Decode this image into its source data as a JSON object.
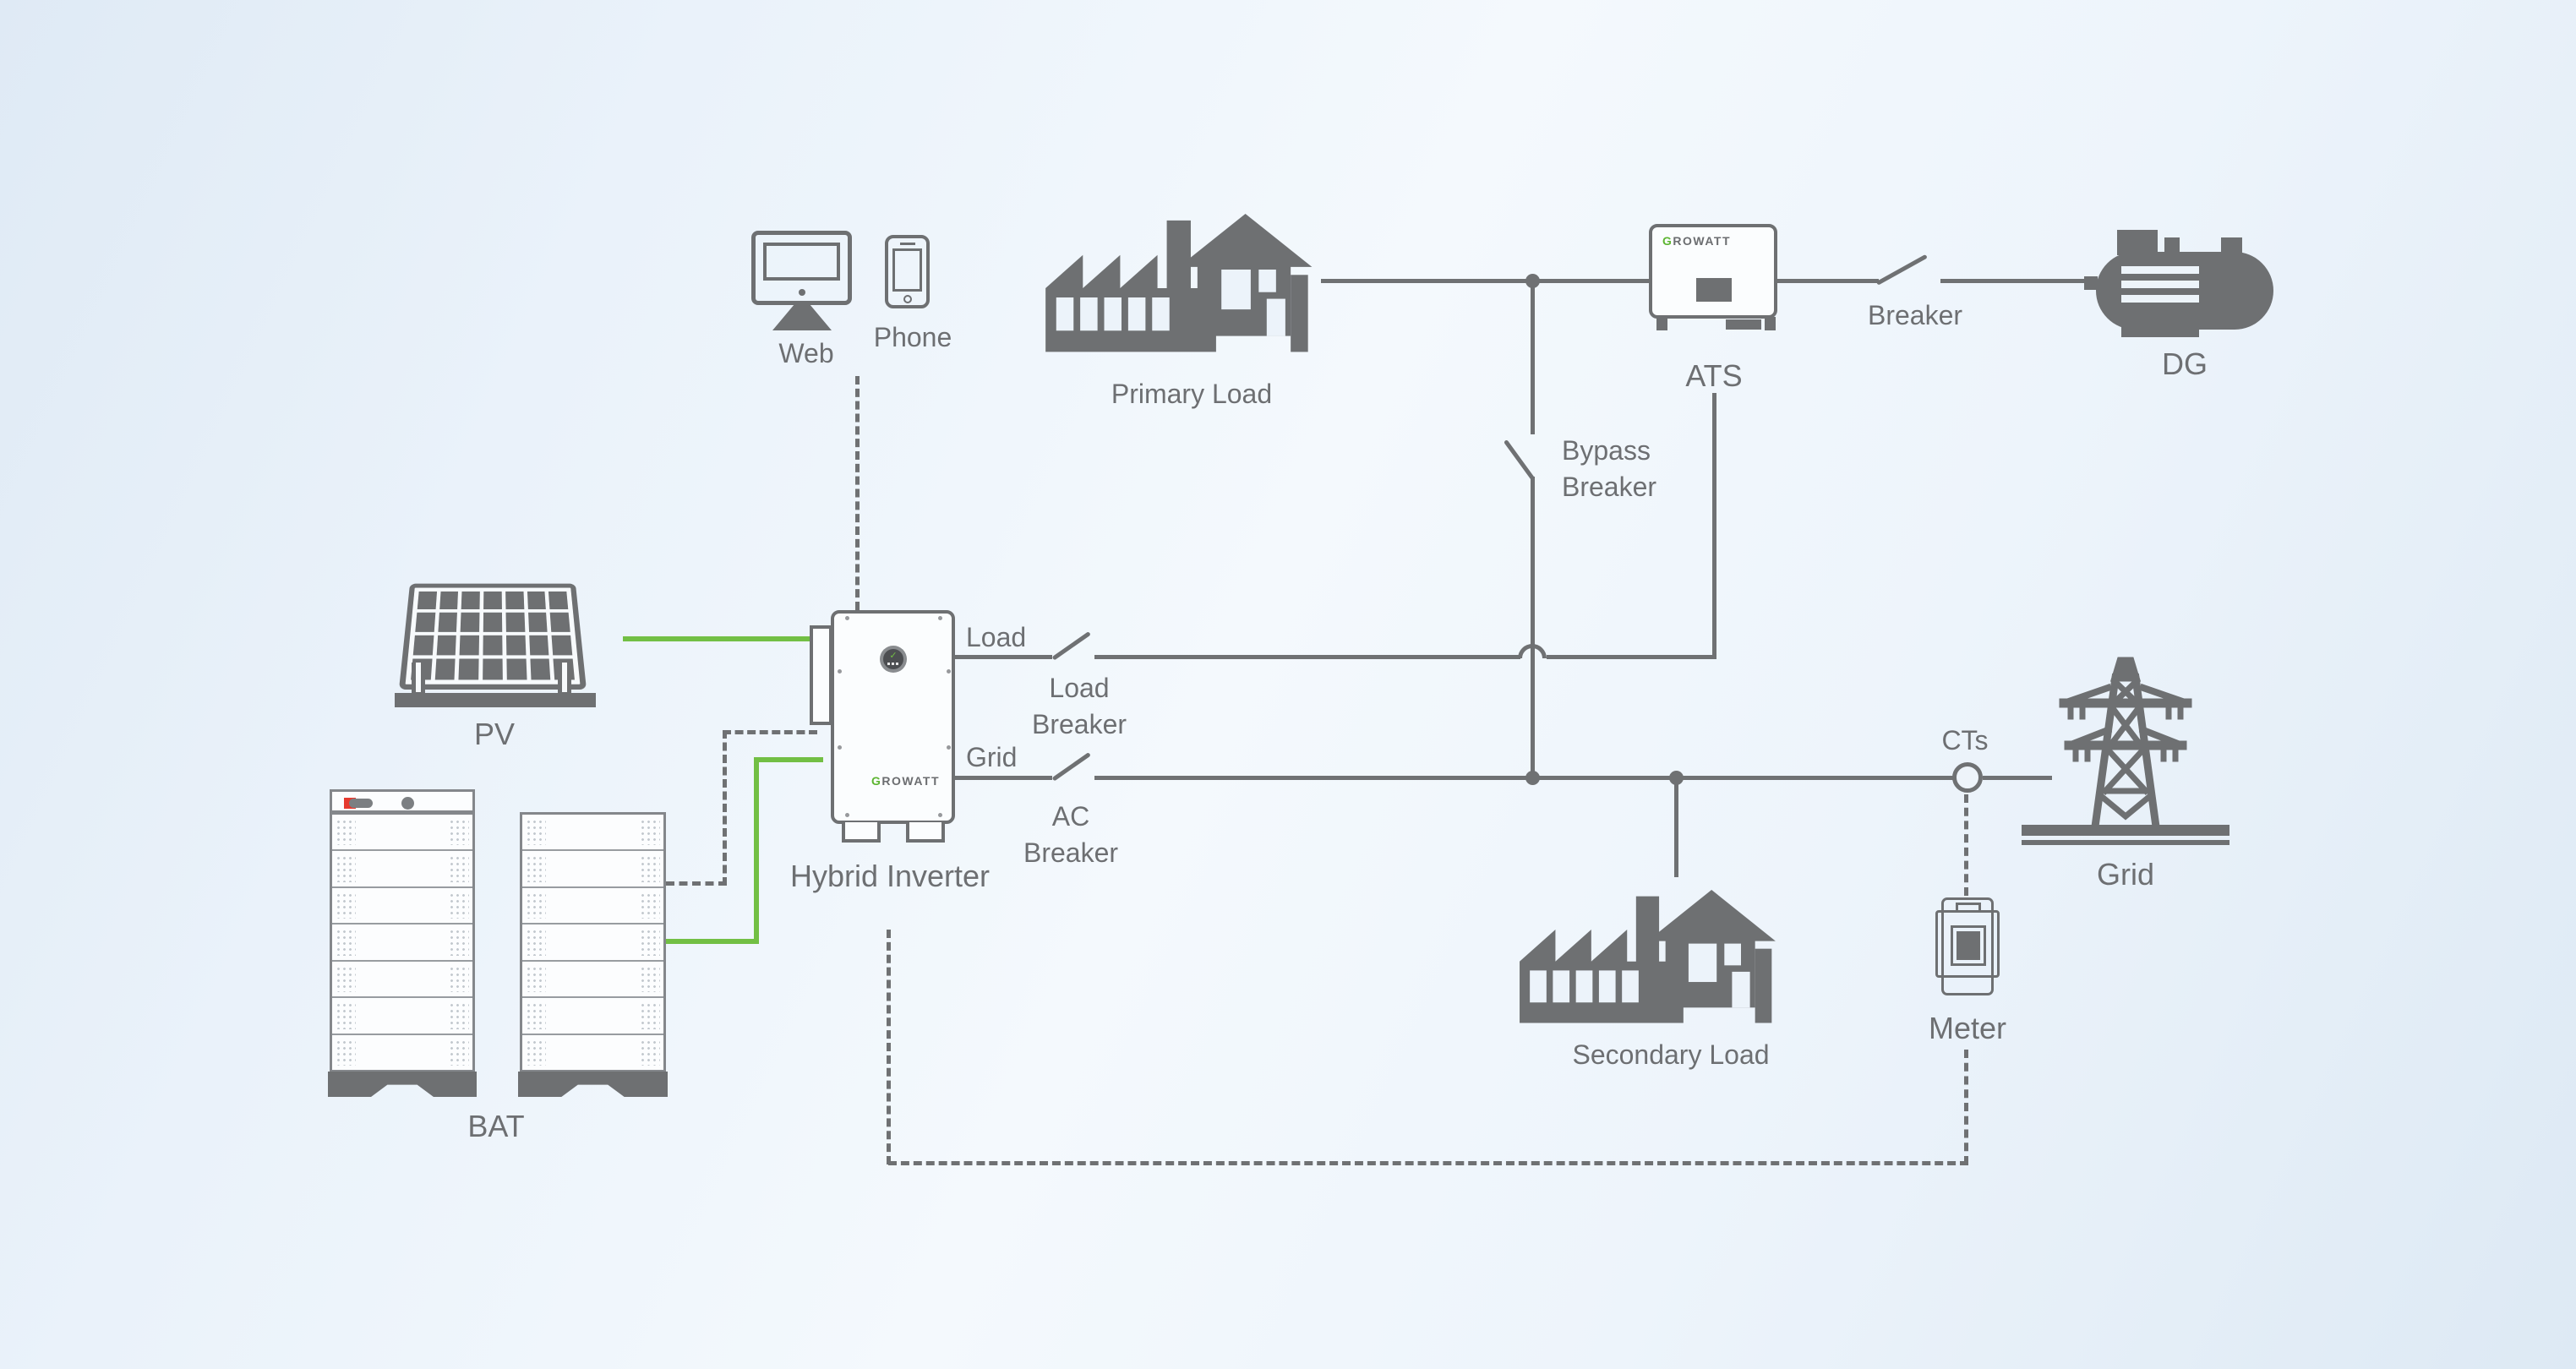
{
  "colors": {
    "icon_gray": "#6e7072",
    "line_gray": "#6f7173",
    "green": "#72bf44",
    "red": "#e6392e",
    "text_gray": "#6d6f72",
    "background_blue": "#e7f0f9"
  },
  "nodes": {
    "web": {
      "label": "Web"
    },
    "phone": {
      "label": "Phone"
    },
    "primary_load": {
      "label": "Primary Load"
    },
    "ats": {
      "label": "ATS",
      "logo_g": "G",
      "logo_rest": "ROWATT"
    },
    "dg_breaker": {
      "label": "Breaker"
    },
    "dg": {
      "label": "DG"
    },
    "bypass_breaker": {
      "line1": "Bypass",
      "line2": "Breaker"
    },
    "pv": {
      "label": "PV"
    },
    "bat": {
      "label": "BAT"
    },
    "inverter": {
      "label": "Hybrid Inverter",
      "logo_g": "G",
      "logo_rest": "ROWATT",
      "port_load": "Load",
      "port_grid": "Grid"
    },
    "load_breaker": {
      "line1": "Load",
      "line2": "Breaker"
    },
    "ac_breaker": {
      "line1": "AC",
      "line2": "Breaker"
    },
    "secondary_load": {
      "label": "Secondary Load"
    },
    "cts": {
      "label": "CTs"
    },
    "meter": {
      "label": "Meter"
    },
    "grid": {
      "label": "Grid"
    }
  }
}
